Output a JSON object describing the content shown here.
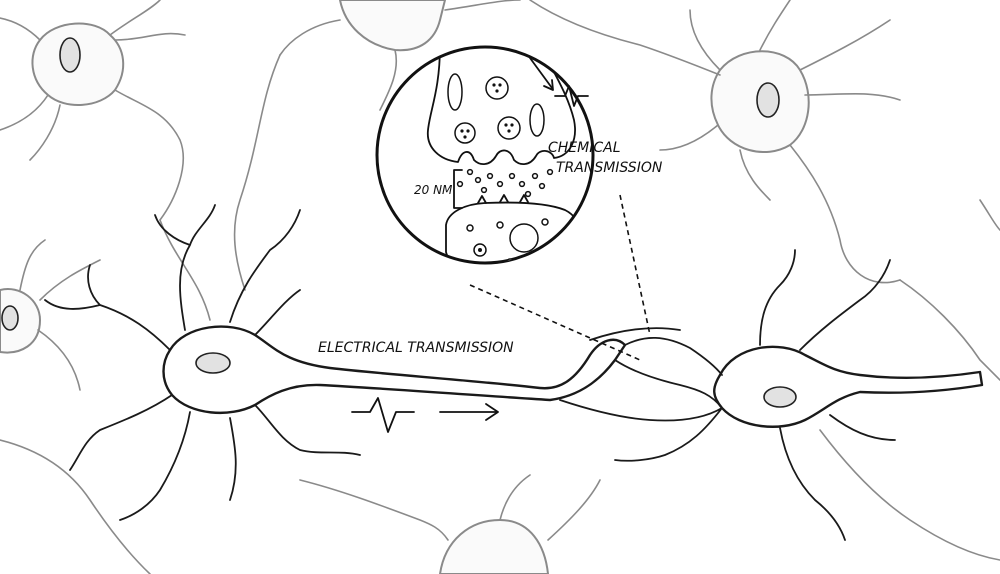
{
  "labels": {
    "chemical_line1": "CHEMICAL",
    "chemical_line2": "TRANSMISSION",
    "electrical": "ELECTRICAL TRANSMISSION",
    "gap": "20 NM"
  },
  "colors": {
    "ink": "#111111",
    "background_neurons": "#8a8a8a",
    "nucleus_fill": "#e2e2e2",
    "paper": "#ffffff"
  }
}
